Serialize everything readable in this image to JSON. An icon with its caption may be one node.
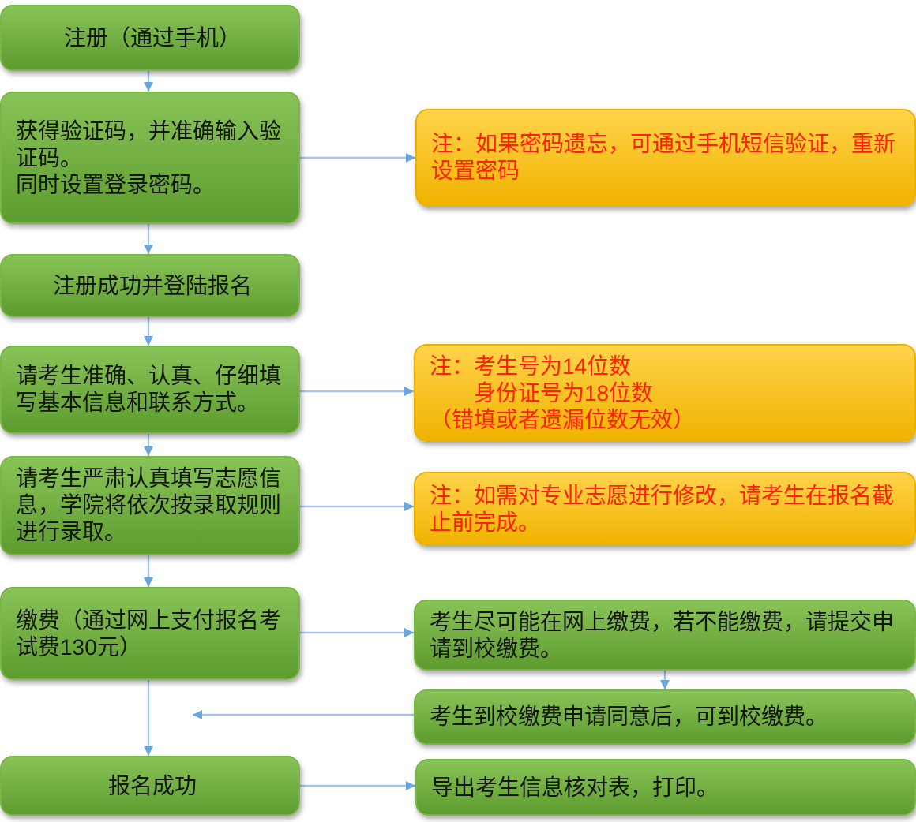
{
  "diagram": {
    "nodes": [
      {
        "text": [
          "注册（通过手机）"
        ]
      },
      {
        "text": [
          "获得验证码，并准确输入验证码。",
          "同时设置登录密码。"
        ]
      },
      {
        "text": [
          "注册成功并登陆报名"
        ]
      },
      {
        "text": [
          "请考生准确、认真、仔细填写基本信息和联系方式。"
        ]
      },
      {
        "text": [
          "请考生严肃认真填写志愿信息，学院将依次按录取规则进行录取。"
        ]
      },
      {
        "text": [
          "缴费（通过网上支付报名考试费130元）"
        ]
      },
      {
        "text": [
          "报名成功"
        ]
      },
      {
        "text": [
          "注：如果密码遗忘，可通过手机短信验证，重新设置密码"
        ]
      },
      {
        "text": [
          "注：考生号为14位数",
          "身份证号为18位数",
          "（错填或者遗漏位数无效）"
        ]
      },
      {
        "text": [
          "注：如需对专业志愿进行修改，请考生在报名截止前完成。"
        ]
      },
      {
        "text": [
          "考生尽可能在网上缴费，若不能缴费，请提交申请到校缴费。"
        ]
      },
      {
        "text": [
          "考生到校缴费申请同意后，可到校缴费。"
        ]
      },
      {
        "text": [
          "导出考生信息核对表，打印。"
        ]
      }
    ],
    "edges": [
      {
        "from": 0,
        "to": 1,
        "arrow": "to"
      },
      {
        "from": 1,
        "to": 2,
        "arrow": "to"
      },
      {
        "from": 2,
        "to": 3,
        "arrow": "to"
      },
      {
        "from": 3,
        "to": 4,
        "arrow": "to"
      },
      {
        "from": 4,
        "to": 5,
        "arrow": "to"
      },
      {
        "from": 5,
        "to": 6,
        "arrow": "to"
      },
      {
        "from": 1,
        "to": 7,
        "arrow": "to"
      },
      {
        "from": 3,
        "to": 8,
        "arrow": "to"
      },
      {
        "from": 4,
        "to": 9,
        "arrow": "to"
      },
      {
        "from": 5,
        "to": 10,
        "arrow": "to"
      },
      {
        "from": 10,
        "to": 11,
        "arrow": "to"
      },
      {
        "from": 11,
        "to": 5,
        "arrow": "to"
      },
      {
        "from": 6,
        "to": 12,
        "arrow": "to"
      }
    ]
  }
}
